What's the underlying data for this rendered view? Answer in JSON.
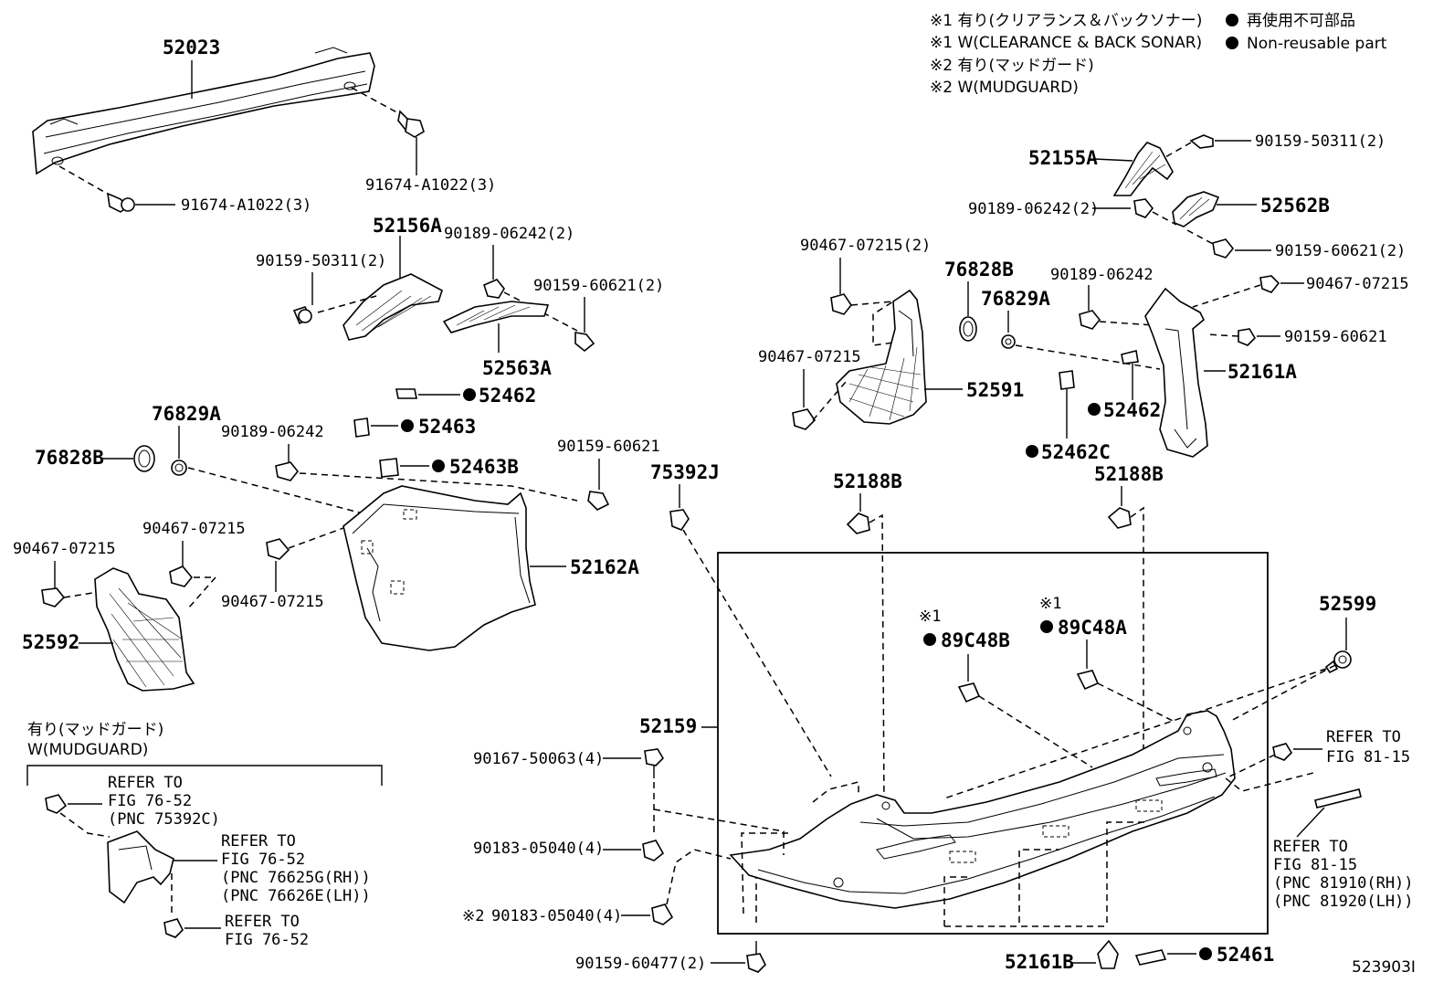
{
  "legend": {
    "line1": "※1 有り(クリアランス＆バックソナー)",
    "line2": "※1 W(CLEARANCE & BACK SONAR)",
    "line3": "※2 有り(マッドガード)",
    "line4": "※2 W(MUDGUARD)",
    "nonreusable_jp": "再使用不可部品",
    "nonreusable_en": "Non-reusable part"
  },
  "labels": {
    "p52023": "52023",
    "p91674_a": "91674-A1022(3)",
    "p91674_b": "91674-A1022(3)",
    "p52156A": "52156A",
    "p90189_06242_2a": "90189-06242(2)",
    "p90159_50311_2a": "90159-50311(2)",
    "p90159_60621_2a": "90159-60621(2)",
    "p52563A": "52563A",
    "p52462a": "52462",
    "p52463": "52463",
    "p52463B": "52463B",
    "p76829A_a": "76829A",
    "p76828B_a": "76828B",
    "p90189_06242_a": "90189-06242",
    "p90159_60621_a": "90159-60621",
    "p90467_07215_a": "90467-07215",
    "p90467_07215_b": "90467-07215",
    "p90467_07215_c": "90467-07215",
    "p52162A": "52162A",
    "p52592": "52592",
    "p75392J": "75392J",
    "p52155A": "52155A",
    "p90159_50311_2b": "90159-50311(2)",
    "p90189_06242_2b": "90189-06242(2)",
    "p52562B": "52562B",
    "p90159_60621_2b": "90159-60621(2)",
    "p90467_07215_2": "90467-07215(2)",
    "p76828B_b": "76828B",
    "p90189_06242_b": "90189-06242",
    "p90467_07215_d": "90467-07215",
    "p76829A_b": "76829A",
    "p90159_60621_b": "90159-60621",
    "p90467_07215_e": "90467-07215",
    "p52591": "52591",
    "p52161A": "52161A",
    "p52462b": "52462",
    "p52462C": "52462C",
    "p52188B_a": "52188B",
    "p52188B_b": "52188B",
    "note1a": "※1",
    "p89C48B": "89C48B",
    "note1b": "※1",
    "p89C48A": "89C48A",
    "p52599": "52599",
    "p52159": "52159",
    "p90167_50063": "90167-50063(4)",
    "p90183_05040": "90183-05040(4)",
    "note2": "※2",
    "p90183_05040_b": "90183-05040(4)",
    "p90159_60477": "90159-60477(2)",
    "p52161B": "52161B",
    "p52461": "52461",
    "ref81_15a_1": "REFER TO",
    "ref81_15a_2": "FIG 81-15",
    "ref81_15b_1": "REFER TO",
    "ref81_15b_2": "FIG 81-15",
    "ref81_15b_3": "(PNC 81910(RH))",
    "ref81_15b_4": "(PNC 81920(LH))",
    "mud_jp": "有り(マッドガード)",
    "mud_en": "W(MUDGUARD)",
    "ref76_52a_1": "REFER TO",
    "ref76_52a_2": "FIG 76-52",
    "ref76_52a_3": "(PNC 75392C)",
    "ref76_52b_1": "REFER TO",
    "ref76_52b_2": "FIG 76-52",
    "ref76_52b_3": "(PNC 76625G(RH))",
    "ref76_52b_4": "(PNC 76626E(LH))",
    "ref76_52c_1": "REFER TO",
    "ref76_52c_2": "FIG 76-52",
    "fig_id": "523903I"
  }
}
